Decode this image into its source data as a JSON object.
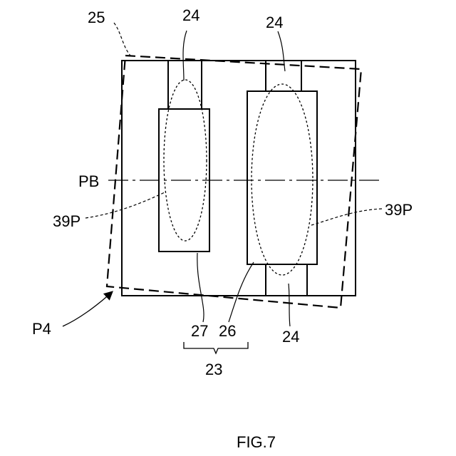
{
  "figure": {
    "caption": "FIG.7",
    "labels": {
      "ref_25": "25",
      "ref_24_top_left": "24",
      "ref_24_top_right": "24",
      "ref_24_bottom": "24",
      "pb": "PB",
      "ref_39p_left": "39P",
      "ref_39p_right": "39P",
      "p4": "P4",
      "ref_27": "27",
      "ref_26": "26",
      "ref_23": "23"
    }
  }
}
